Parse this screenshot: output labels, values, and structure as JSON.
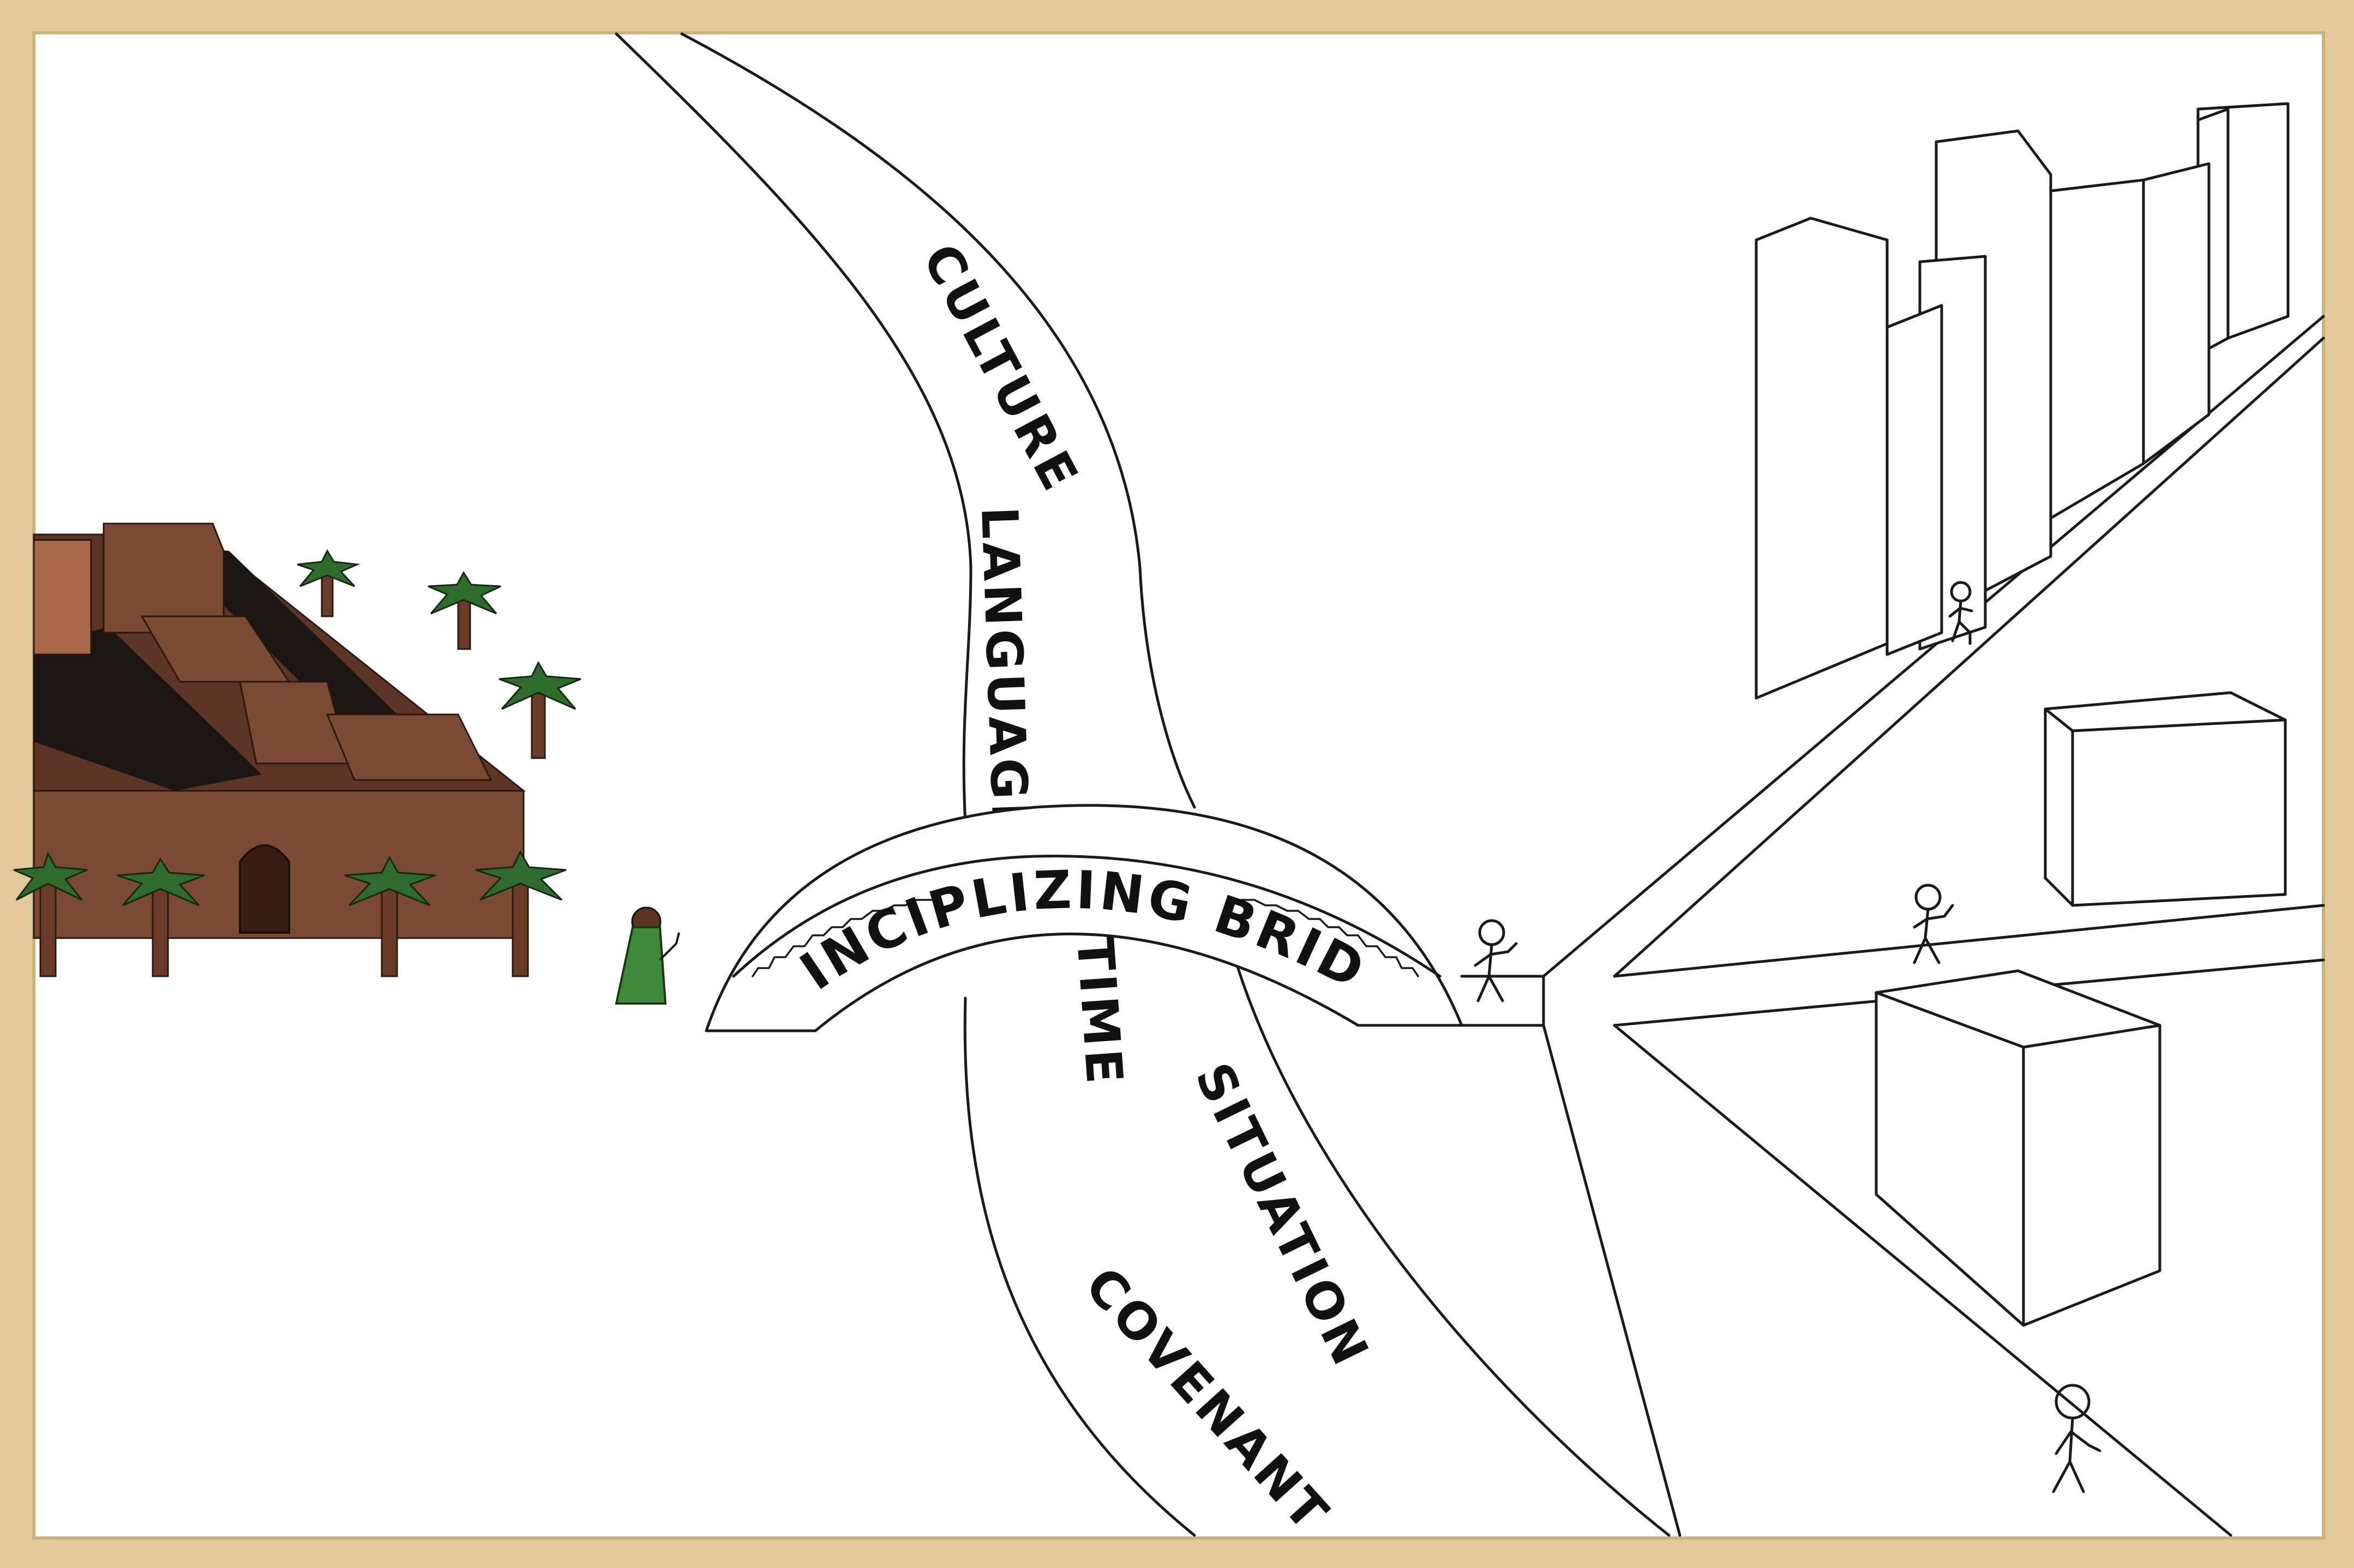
{
  "rivers": {
    "culture": "CULTURE",
    "language": "LANGUAGE",
    "time": "TIME",
    "situation": "SITUATION",
    "covenant": "COVENANT"
  },
  "bridge": {
    "label": "PRINCIPLIZING BRIDGE"
  },
  "colors": {
    "frame": "#e2c999",
    "paper": "#ffffff",
    "brick": "#7a4a32",
    "palm": "#2f6b2c",
    "robe": "#3f8a3a",
    "ink": "#1a1a1a"
  }
}
